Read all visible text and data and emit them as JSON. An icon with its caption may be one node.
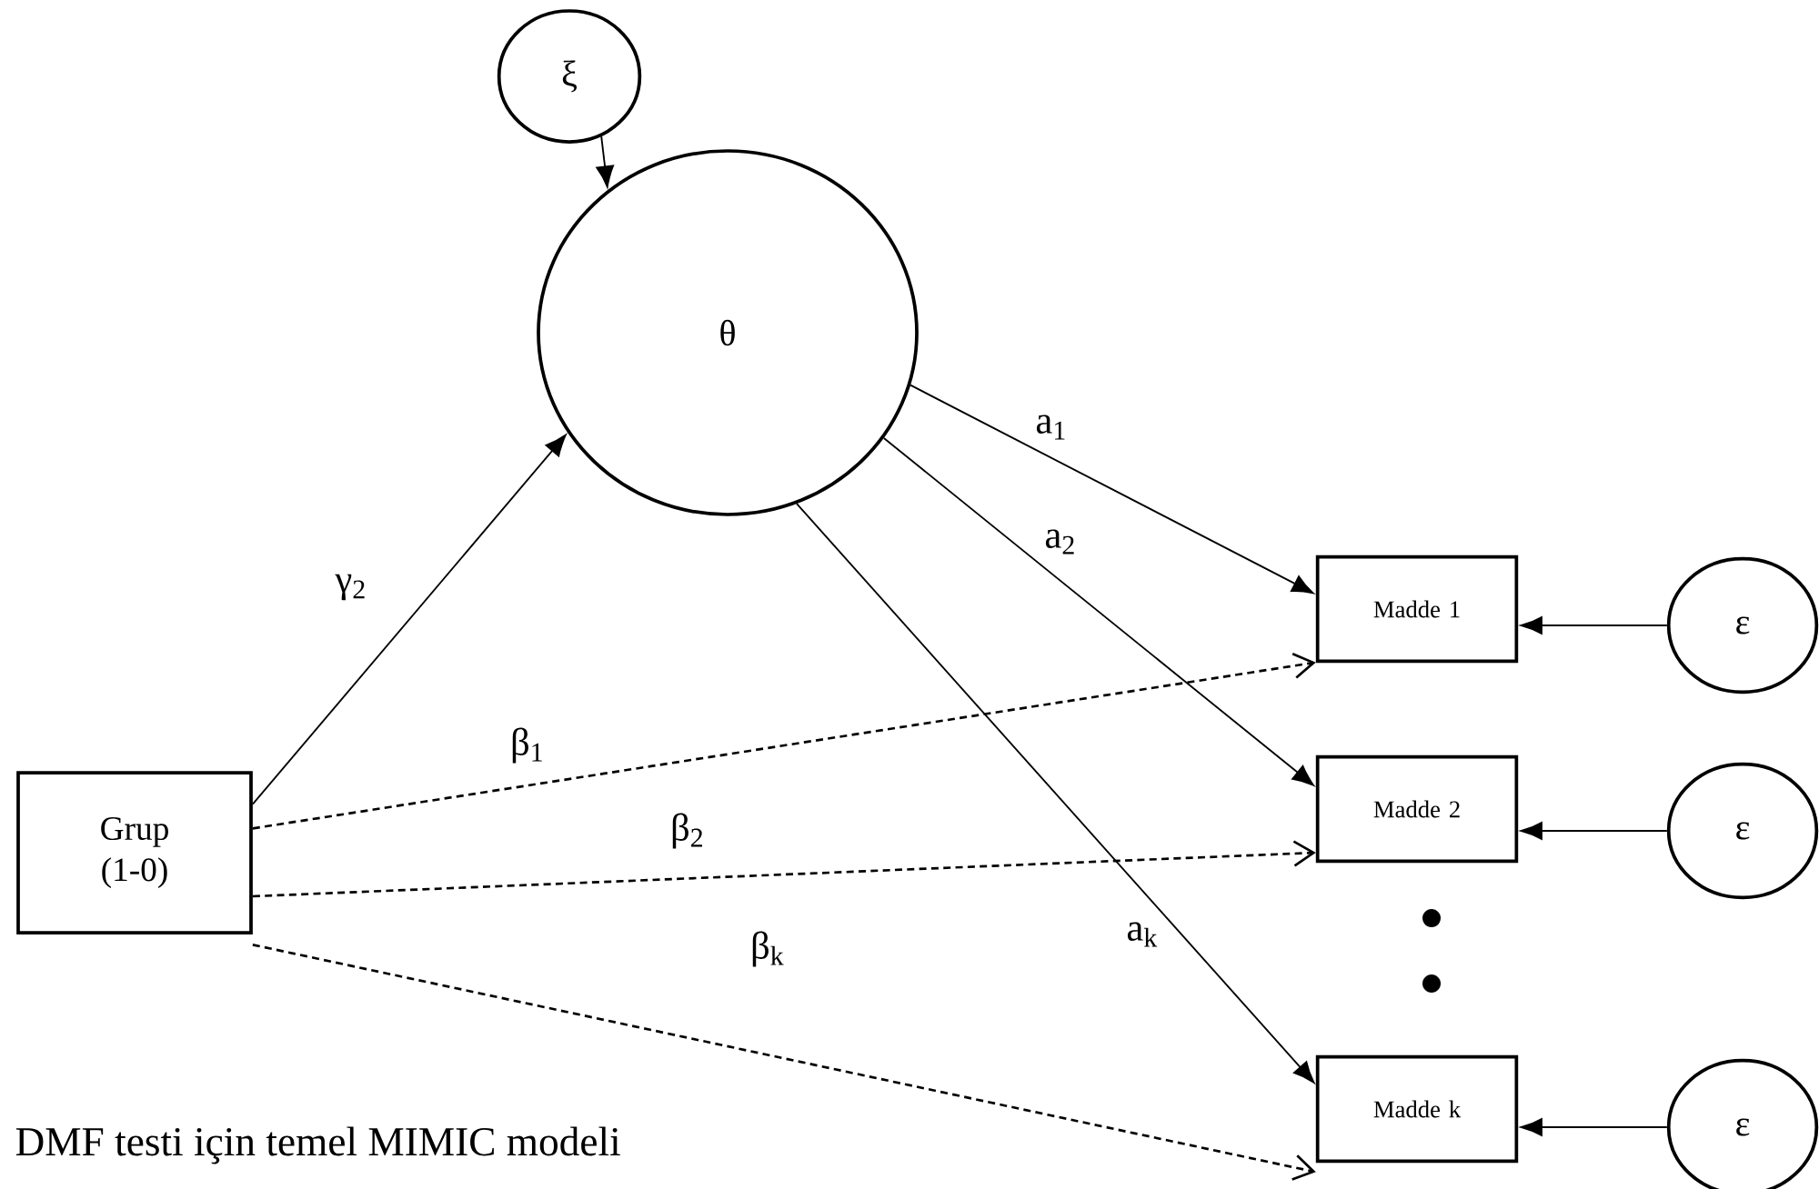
{
  "diagram": {
    "caption": "DMF testi için temel MIMIC modeli",
    "nodes": [
      {
        "text": [
          "ξ"
        ]
      },
      {
        "text": [
          "θ"
        ]
      },
      {
        "text": [
          "Grup (1-0)"
        ]
      },
      {
        "text": [
          "Madde 1"
        ]
      },
      {
        "text": [
          "Madde 2"
        ]
      },
      {
        "text": [
          "Madde k"
        ]
      },
      {
        "text": [
          "ε"
        ]
      },
      {
        "text": [
          "ε"
        ]
      },
      {
        "text": [
          "ε"
        ]
      }
    ],
    "edges": [
      {
        "from": 0,
        "to": 1,
        "arrow": "to"
      },
      {
        "from": 2,
        "to": 1,
        "arrow": "to",
        "label": "γ$_{2}$"
      },
      {
        "from": 1,
        "to": 3,
        "arrow": "to",
        "label": "a$_{1}$"
      },
      {
        "from": 1,
        "to": 4,
        "arrow": "to",
        "label": "a$_{2}$"
      },
      {
        "from": 1,
        "to": 5,
        "arrow": "to",
        "label": "a$_{k}$"
      },
      {
        "from": 2,
        "to": 3,
        "arrow": "to",
        "style": "dashed",
        "label": "β$_{1}$"
      },
      {
        "from": 2,
        "to": 4,
        "arrow": "to",
        "style": "dashed",
        "label": "β$_{2}$"
      },
      {
        "from": 2,
        "to": 5,
        "arrow": "to",
        "style": "dashed",
        "label": "β$_{k}$"
      },
      {
        "from": 6,
        "to": 3,
        "arrow": "to"
      },
      {
        "from": 7,
        "to": 4,
        "arrow": "to"
      },
      {
        "from": 8,
        "to": 5,
        "arrow": "to"
      }
    ]
  }
}
